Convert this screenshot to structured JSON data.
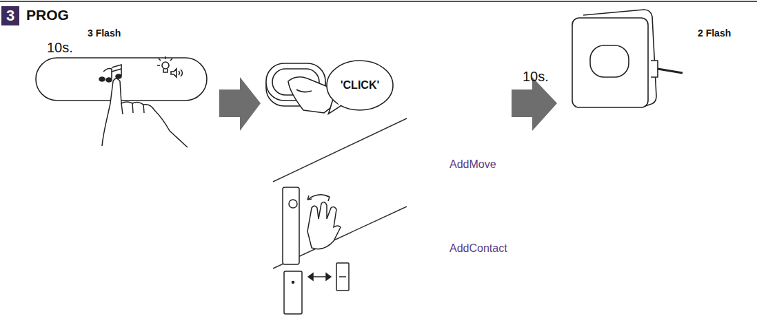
{
  "diagram": {
    "nodes": [
      {
        "text": [
          "3"
        ]
      },
      {
        "text": [
          "'CLICK'"
        ]
      }
    ],
    "labels": [
      "PROG",
      "3 Flash",
      "10s.",
      "10s.",
      "2 Flash",
      "AddMove",
      "AddContact"
    ]
  }
}
